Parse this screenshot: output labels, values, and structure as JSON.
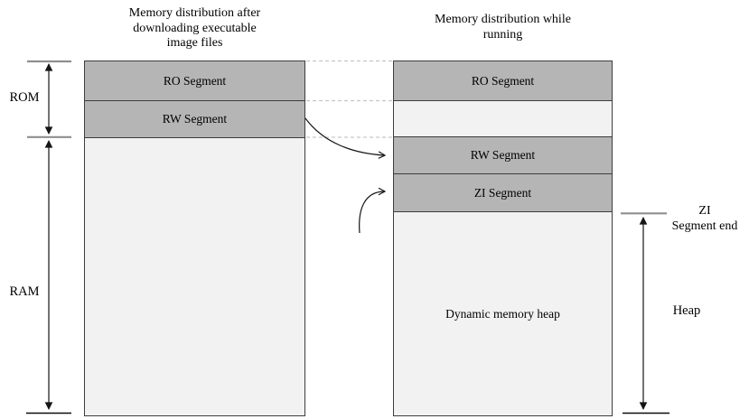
{
  "diagram": {
    "left_column": {
      "title_line1": "Memory distribution after",
      "title_line2": "downloading executable",
      "title_line3": "image files",
      "segments": {
        "ro": "RO Segment",
        "rw": "RW Segment",
        "empty": ""
      }
    },
    "right_column": {
      "title_line1": "Memory distribution while",
      "title_line2": "running",
      "segments": {
        "ro": "RO Segment",
        "gap": "",
        "rw": "RW Segment",
        "zi": "ZI Segment",
        "heap": "Dynamic memory heap"
      }
    },
    "measures": {
      "rom": "ROM",
      "ram": "RAM",
      "heap": "Heap",
      "zi_end_line1": "ZI",
      "zi_end_line2": "Segment end"
    },
    "colors": {
      "segment_dark": "#b5b5b5",
      "segment_light": "#f2f2f2",
      "border": "#3d3d3d",
      "dashed_connector": "#c6c6c6",
      "tick_gray": "#8f8f8f",
      "arrow_black": "#151515"
    }
  }
}
